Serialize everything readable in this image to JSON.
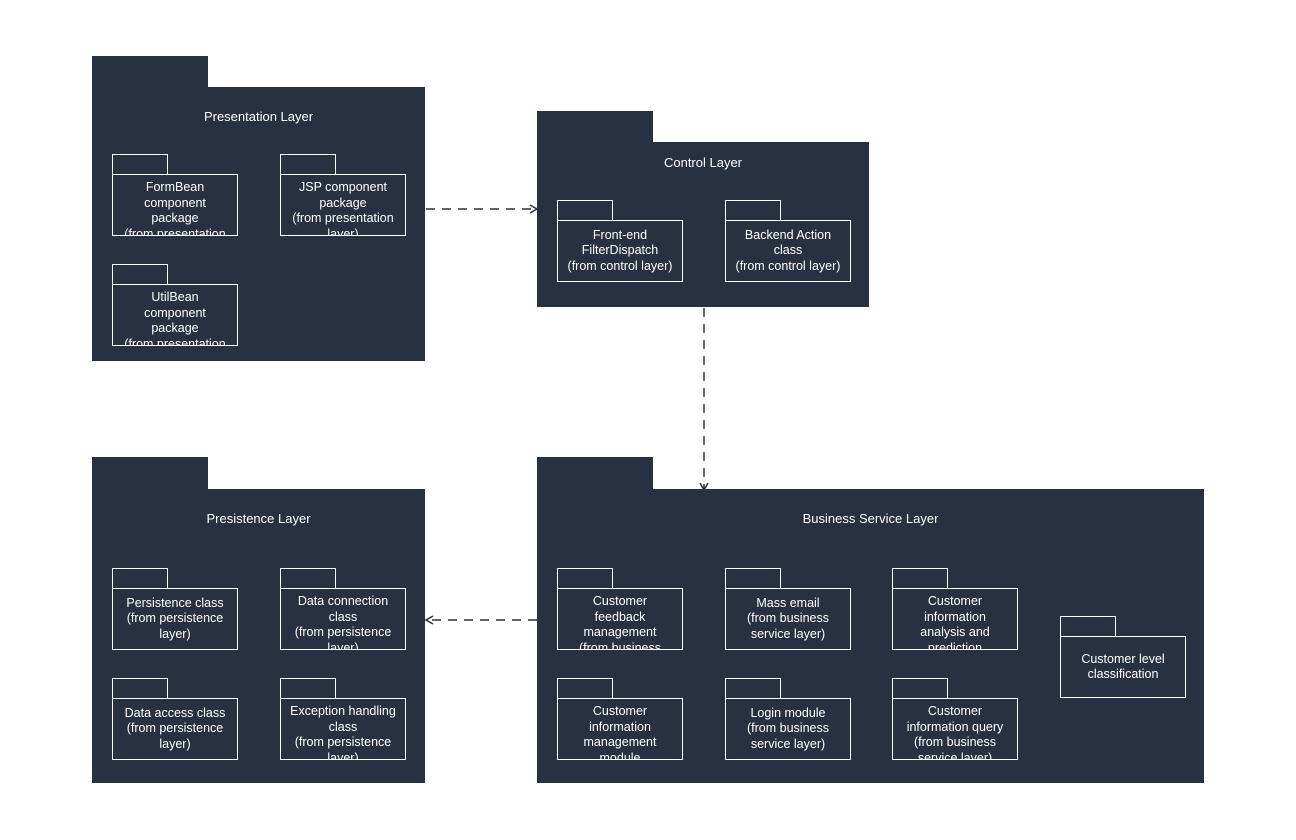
{
  "layers": {
    "presentation": {
      "title": "Presentation Layer",
      "packages": [
        {
          "label": "FormBean\ncomponent\npackage\n(from presentation\nlayer)"
        },
        {
          "label": "JSP component\npackage\n(from presentation\nlayer)"
        },
        {
          "label": "UtilBean\ncomponent\npackage\n(from presentation\nlayer)"
        }
      ]
    },
    "control": {
      "title": "Control Layer",
      "packages": [
        {
          "label": "Front-end\nFilterDispatch\n(from control layer)"
        },
        {
          "label": "Backend Action\nclass\n(from control layer)"
        }
      ]
    },
    "persistence": {
      "title": "Presistence Layer",
      "packages": [
        {
          "label": "Persistence class\n(from persistence\nlayer)"
        },
        {
          "label": "Data connection\nclass\n(from persistence\nlayer)"
        },
        {
          "label": "Data access class\n(from persistence\nlayer)"
        },
        {
          "label": "Exception handling\nclass\n(from persistence\nlayer)"
        }
      ]
    },
    "business": {
      "title": "Business Service Layer",
      "packages": [
        {
          "label": "Customer\nfeedback\nmanagement\n(from business\nservice layer)"
        },
        {
          "label": "Mass email\n(from business\nservice layer)"
        },
        {
          "label": "Customer\ninformation\nanalysis and\nprediction"
        },
        {
          "label": "Customer level\nclassification"
        },
        {
          "label": "Customer\ninformation\nmanagement\nmodule"
        },
        {
          "label": "Login module\n(from business\nservice layer)"
        },
        {
          "label": "Customer\ninformation query\n(from business\nservice layer)"
        }
      ]
    }
  },
  "colors": {
    "layer_fill": "#283141",
    "package_stroke": "#ffffff",
    "connector": "#283141"
  }
}
